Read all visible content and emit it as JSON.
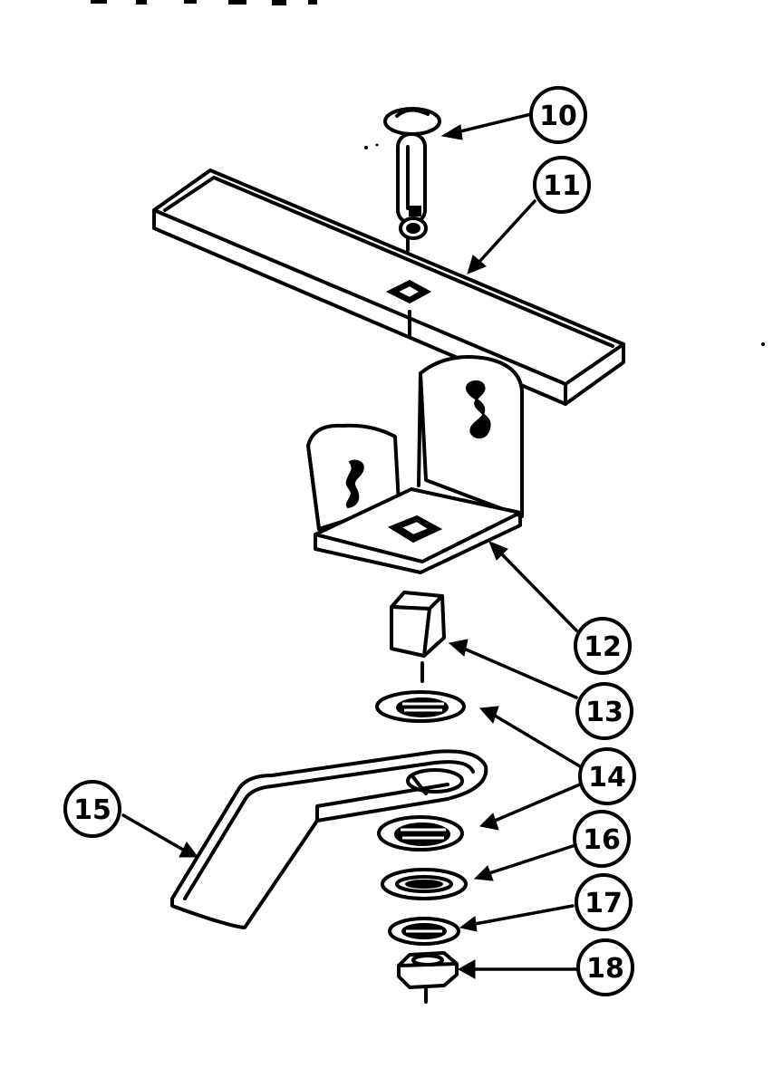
{
  "diagram": {
    "ink_color": "#000000",
    "background_color": "#ffffff",
    "callouts": [
      {
        "id": "c10",
        "label": "10",
        "part": "clevis pin"
      },
      {
        "id": "c11",
        "label": "11",
        "part": "plate"
      },
      {
        "id": "c12",
        "label": "12",
        "part": "bracket"
      },
      {
        "id": "c13",
        "label": "13",
        "part": "square bushing"
      },
      {
        "id": "c14",
        "label": "14",
        "part": "spring washer"
      },
      {
        "id": "c15",
        "label": "15",
        "part": "arm"
      },
      {
        "id": "c16",
        "label": "16",
        "part": "flat washer"
      },
      {
        "id": "c17",
        "label": "17",
        "part": "lock washer"
      },
      {
        "id": "c18",
        "label": "18",
        "part": "nut"
      }
    ]
  }
}
